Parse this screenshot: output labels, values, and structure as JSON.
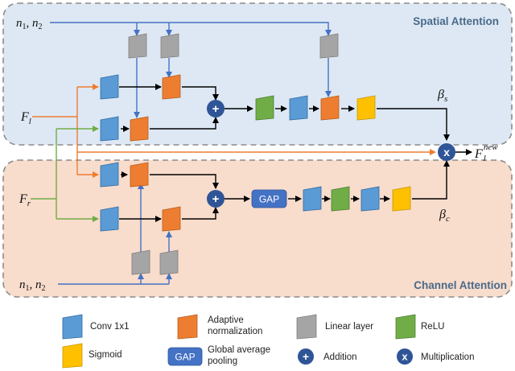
{
  "sections": {
    "spatial_title": "Spatial Attention",
    "channel_title": "Channel Attention"
  },
  "inputs": {
    "n_top": "n",
    "n_bottom": "n",
    "f_l": "F",
    "f_r": "F"
  },
  "outputs": {
    "beta_s": "β",
    "beta_c": "β",
    "f_new": "F"
  },
  "ops": {
    "add": "+",
    "mult": "x",
    "gap": "GAP"
  },
  "legend": {
    "conv": "Conv 1x1",
    "adaptive_1": "Adaptive",
    "adaptive_2": "normalization",
    "linear": "Linear layer",
    "relu": "ReLU",
    "sigmoid": "Sigmoid",
    "gap_1": "Global average",
    "gap_2": "pooling",
    "addition": "Addition",
    "multiplication": "Multiplication"
  },
  "colors": {
    "spatial_bg": "#dde8f4",
    "channel_bg": "#f8dccc",
    "conv": "#5b9bd5",
    "adaptive": "#ed7d31",
    "linear": "#a5a5a5",
    "relu": "#70ad47",
    "sigmoid": "#ffc000",
    "op": "#2f5597",
    "blue_line": "#4472c4",
    "orange_line": "#ed7d31",
    "green_line": "#70ad47"
  }
}
